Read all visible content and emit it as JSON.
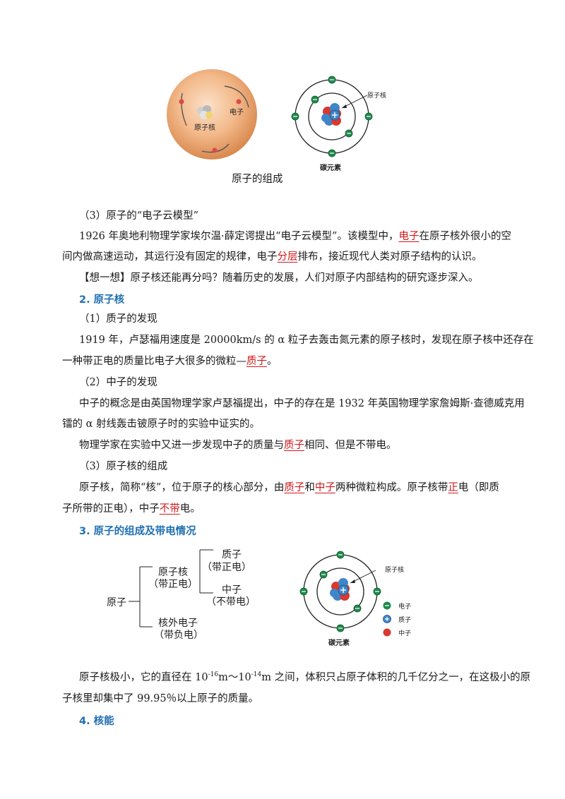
{
  "figure1": {
    "img_left_nucleus_label": "原子核",
    "img_left_electron_label": "电子",
    "img_right_nucleus_label": "原子核",
    "img_right_title": "碳元素",
    "caption": "原子的组成"
  },
  "sec_electron_cloud": {
    "heading": "（3）原子的“电子云模型”",
    "line1_pre": "1926 年奥地利物理学家埃尔温·薛定谔提出“电子云模型”。该模型中，",
    "line1_red": "电子",
    "line1_post": "在原子核外很小的空",
    "line2_pre": "间内做高速运动，其运行没有固定的规律，电子",
    "line2_red": "分层",
    "line2_post": "排布，接近现代人类对原子结构的认识。",
    "think": "【想一想】原子核还能再分吗？随着历史的发展，人们对原子内部结构的研究逐步深入。"
  },
  "sec2": {
    "title": "2. 原子核",
    "proton_heading": "（1）质子的发现",
    "proton_line1": "1919 年，卢瑟福用速度是 20000km/s 的 α 粒子去轰击氮元素的原子核时，发现在原子核中还存在",
    "proton_line2_pre": "一种带正电的质量比电子大很多的微粒—",
    "proton_line2_red": "质子",
    "proton_line2_post": "。",
    "neutron_heading": "（2）中子的发现",
    "neutron_line1": "中子的概念是由英国物理学家卢瑟福提出，中子的存在是 1932 年英国物理学家詹姆斯·查德威克用",
    "neutron_line2": "镭的 α 射线轰击铍原子时的实验中证实的。",
    "neutron_line3_pre": "物理学家在实验中又进一步发现中子的质量与",
    "neutron_line3_red": "质子",
    "neutron_line3_post": "相同、但是不带电。",
    "comp_heading": "（3）原子核的组成",
    "comp_line1_a": "原子核，简称“核”，位于原子的核心部分，由",
    "comp_line1_red1": "质子",
    "comp_line1_b": "和",
    "comp_line1_red2": "中子",
    "comp_line1_c": "两种微粒构成。原子核带",
    "comp_line1_red3": "正",
    "comp_line1_d": "电（即质",
    "comp_line2_a": "子所带的正电），中子",
    "comp_line2_red": "不带",
    "comp_line2_b": "电。"
  },
  "sec3": {
    "title": "3. 原子的组成及带电情况",
    "tree": {
      "root": "原子",
      "nucleus": "原子核",
      "nucleus_charge": "（带正电）",
      "proton": "质子",
      "proton_charge": "（带正电）",
      "neutron": "中子",
      "neutron_charge": "（不带电）",
      "electron": "核外电子",
      "electron_charge": "（带负电）"
    },
    "diagram": {
      "nucleus_label": "原子核",
      "title": "碳元素",
      "legend": [
        "电子",
        "质子",
        "中子"
      ]
    },
    "size_line1_pre": "原子核极小，它的直径在 10",
    "size_exp1": "-16",
    "size_mid": "m～10",
    "size_exp2": "-14",
    "size_line1_post": "m 之间，体积只占原子体积的几千亿分之一，在这极小的原",
    "size_line2": "子核里却集中了 99.95％以上原子的质量。"
  },
  "sec4": {
    "title": "4. 核能"
  },
  "colors": {
    "heading_blue": "#1f6fb2",
    "highlight_red": "#d0191c",
    "electron_green": "#1e8a4c",
    "proton_blue": "#3f86c9",
    "neutron_red": "#d83a31"
  }
}
